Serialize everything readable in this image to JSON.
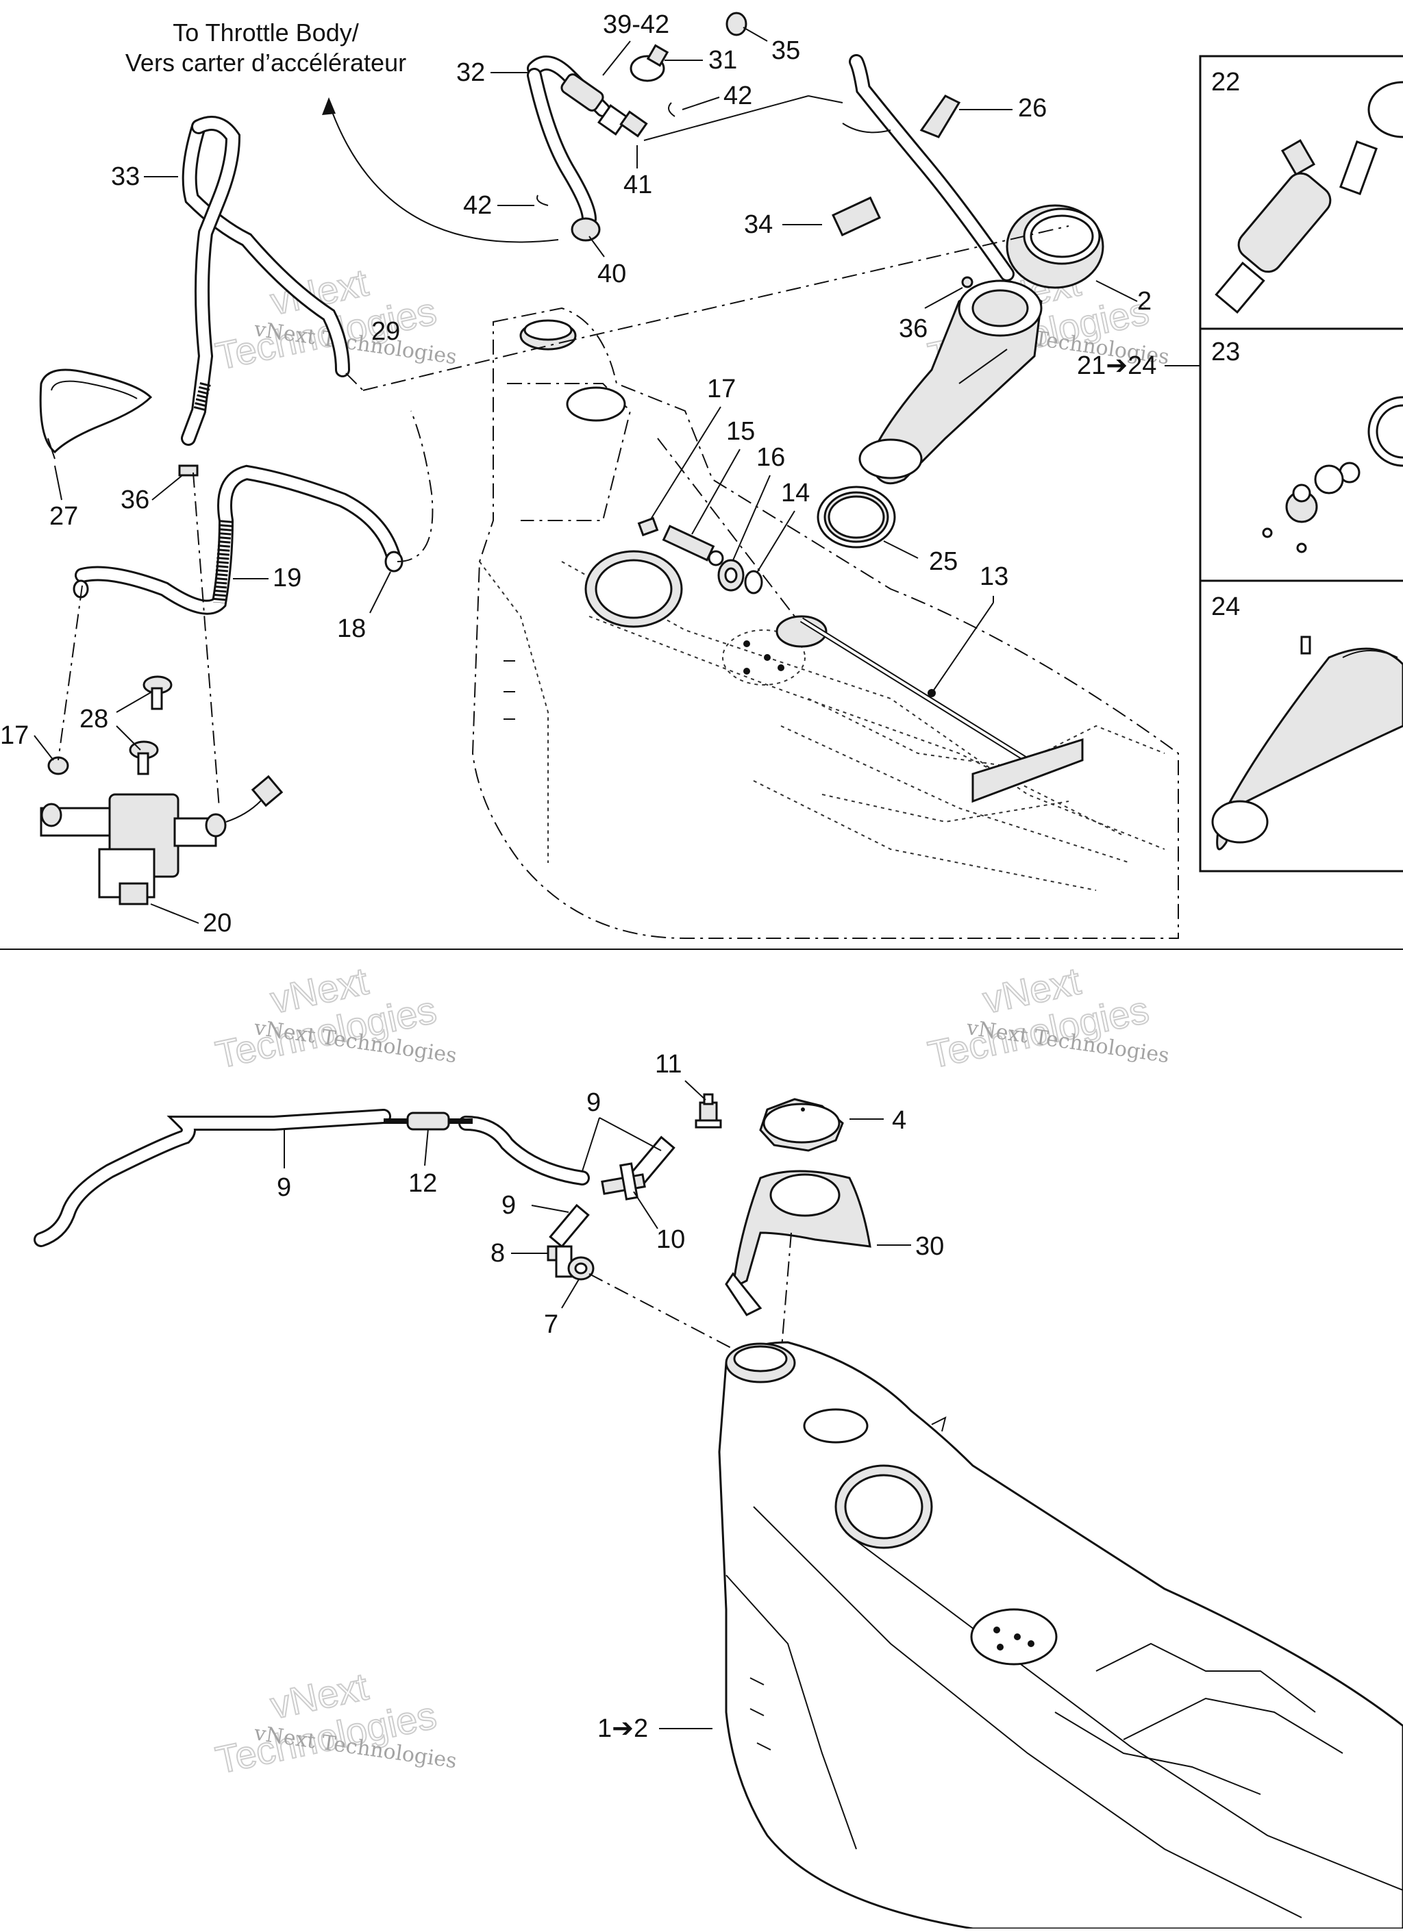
{
  "header_note": {
    "line1": "To Throttle Body/",
    "line2": "Vers carter d’accélérateur"
  },
  "watermark": {
    "line1": "vNext Technologies",
    "line2": "vNext",
    "line3": "Technologies"
  },
  "callouts_top": {
    "c39_42": "39-42",
    "c35": "35",
    "c32": "32",
    "c31": "31",
    "c42a": "42",
    "c26": "26",
    "c33": "33",
    "c41": "41",
    "c42b": "42",
    "c34": "34",
    "c40": "40",
    "c2": "2",
    "c36a": "36",
    "c29": "29",
    "c21_24": "21➔24",
    "c17a": "17",
    "c15": "15",
    "c16": "16",
    "c14": "14",
    "c25": "25",
    "c27": "27",
    "c36b": "36",
    "c19": "19",
    "c13": "13",
    "c18": "18",
    "c28": "28",
    "c17b": "17",
    "c20": "20"
  },
  "inset_panels": {
    "p22": "22",
    "p23": "23",
    "p24": "24"
  },
  "callouts_bottom": {
    "c11": "11",
    "c9a": "9",
    "c4": "4",
    "c9b": "9",
    "c12": "12",
    "c9c": "9",
    "c10": "10",
    "c30": "30",
    "c8": "8",
    "c7": "7",
    "c1_2": "1➔2"
  }
}
